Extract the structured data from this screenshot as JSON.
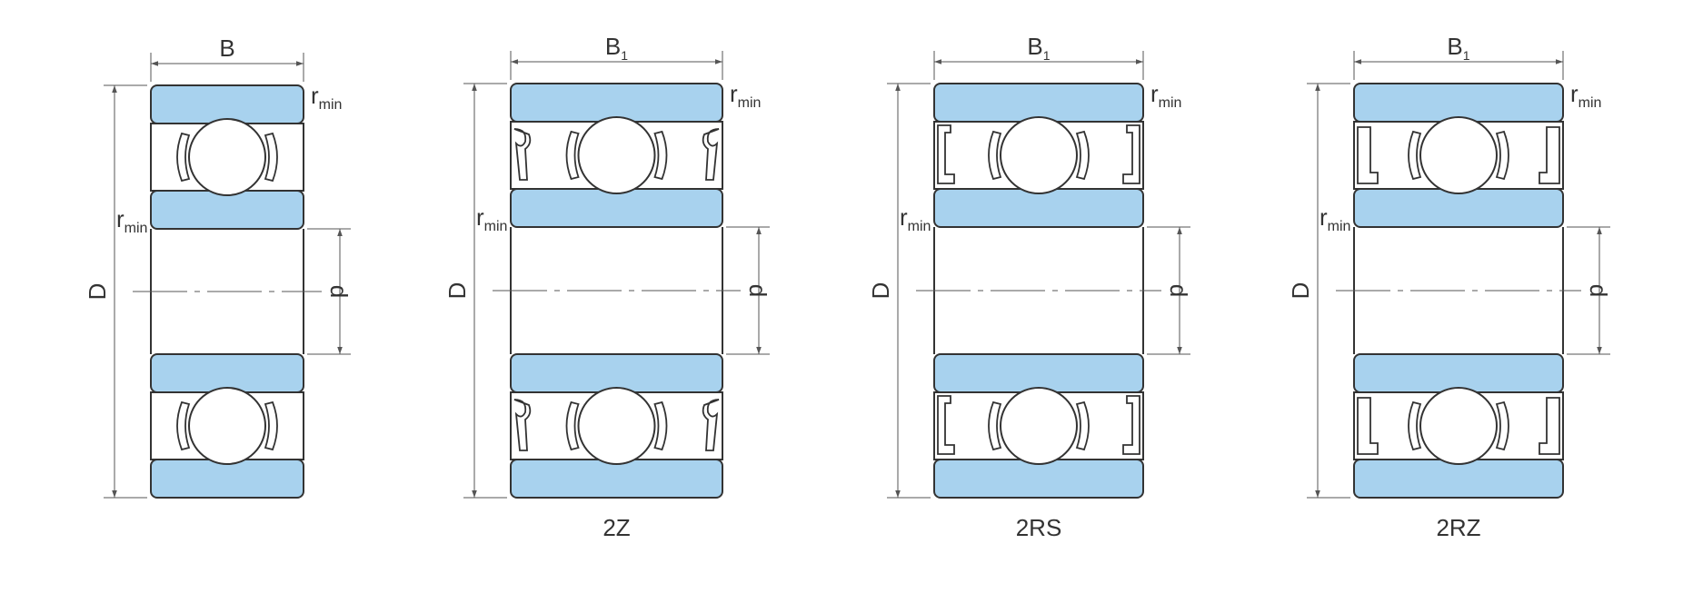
{
  "colors": {
    "ring_fill": "#a8d2ee",
    "outline": "#333333",
    "dim_line": "#555555",
    "background": "#ffffff"
  },
  "symbols": {
    "outer_diameter": "D",
    "bore": "d",
    "radius_base": "r",
    "radius_sub": "min",
    "width_open": "B",
    "width_sealed": "B",
    "width_sub": "1"
  },
  "variants": [
    {
      "id": "open",
      "caption": "",
      "width_label": "B",
      "width_sub": "",
      "seal": "none"
    },
    {
      "id": "2z",
      "caption": "2Z",
      "width_label": "B",
      "width_sub": "1",
      "seal": "shield"
    },
    {
      "id": "2rs",
      "caption": "2RS",
      "width_label": "B",
      "width_sub": "1",
      "seal": "rubber"
    },
    {
      "id": "2rz",
      "caption": "2RZ",
      "width_label": "B",
      "width_sub": "1",
      "seal": "rubber-z"
    }
  ]
}
